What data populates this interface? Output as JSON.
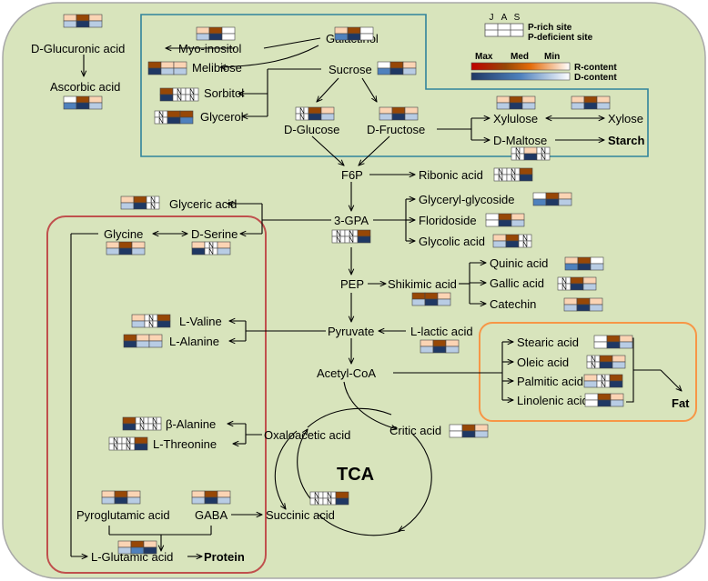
{
  "colors": {
    "background": "#d8e4bc",
    "frame": "#a8a8a8",
    "sugar_box": "#31849b",
    "protein_box": "#c0504d",
    "fat_box": "#f79646",
    "r_max": "#974706",
    "r_med": "#d4733a",
    "r_min": "#fbd4b4",
    "d_max": "#1f3864",
    "d_med": "#4f81bd",
    "d_min": "#b8cce4",
    "white": "#ffffff",
    "arrow": "#000000"
  },
  "legend": {
    "months": [
      "J",
      "A",
      "S"
    ],
    "p_rich_label": "P-rich site",
    "p_deficient_label": "P-deficient site",
    "scale_labels": [
      "Max",
      "Med",
      "Min"
    ],
    "r_content_label": "R-content",
    "d_content_label": "D-content"
  },
  "labels": {
    "d_glucuronic_acid": "D-Glucuronic acid",
    "ascorbic_acid": "Ascorbic acid",
    "myo_inositol": "Myo-inositol",
    "galactinol": "Galactinol",
    "melibiose": "Melibiose",
    "sucrose": "Sucrose",
    "sorbitol": "Sorbitol",
    "glycerol": "Glycerol",
    "d_glucose": "D-Glucose",
    "d_fructose": "D-Fructose",
    "xylulose": "Xylulose",
    "xylose": "Xylose",
    "d_maltose": "D-Maltose",
    "starch": "Starch",
    "f6p": "F6P",
    "ribonic_acid": "Ribonic acid",
    "glyceric_acid": "Glyceric acid",
    "glyceryl_glycoside": "Glyceryl-glycoside",
    "three_gpa": "3-GPA",
    "floridoside": "Floridoside",
    "glycolic_acid": "Glycolic acid",
    "glycine": "Glycine",
    "d_serine": "D-Serine",
    "quinic_acid": "Quinic acid",
    "pep": "PEP",
    "shikimic_acid": "Shikimic acid",
    "gallic_acid": "Gallic acid",
    "catechin": "Catechin",
    "l_valine": "L-Valine",
    "l_alanine": "L-Alanine",
    "pyruvate": "Pyruvate",
    "l_lactic_acid": "L-lactic acid",
    "stearic_acid": "Stearic  acid",
    "oleic_acid": "Oleic  acid",
    "palmitic_acid": "Palmitic  acid",
    "linolenic_acid": "Linolenic  acid",
    "fat": "Fat",
    "acetyl_coa": "Acetyl-CoA",
    "beta_alanine": "β-Alanine",
    "l_threonine": "L-Threonine",
    "oxaloacetic_acid": "Oxaloacetic acid",
    "critic_acid": "Critic acid",
    "tca": "TCA",
    "pyroglutamic_acid": "Pyroglutamic acid",
    "gaba": "GABA",
    "succinic_acid": "Succinic acid",
    "l_glutamic_acid": "L-Glutamic acid",
    "protein": "Protein"
  },
  "heatmap_note": "N",
  "heatmaps": [
    {
      "id": "d_glucuronic_acid",
      "top": [
        "r_min",
        "r_max",
        "r_min"
      ],
      "bottom": [
        "d_min",
        "d_max",
        "d_min"
      ]
    },
    {
      "id": "ascorbic_acid",
      "top": [
        "white",
        "r_max",
        "r_min"
      ],
      "bottom": [
        "d_med",
        "d_max",
        "d_min"
      ]
    },
    {
      "id": "myo_inositol",
      "top": [
        "r_min",
        "r_max",
        "white"
      ],
      "bottom": [
        "d_min",
        "d_max",
        "white"
      ]
    },
    {
      "id": "galactinol",
      "top": [
        "r_min",
        "r_max",
        "white"
      ],
      "bottom": [
        "d_med",
        "d_max",
        "white"
      ]
    },
    {
      "id": "melibiose",
      "top": [
        "r_max",
        "r_min",
        "r_min"
      ],
      "bottom": [
        "d_max",
        "d_min",
        "d_min"
      ]
    },
    {
      "id": "sucrose",
      "top": [
        "white",
        "r_max",
        "r_min"
      ],
      "bottom": [
        "d_med",
        "d_max",
        "d_min"
      ]
    },
    {
      "id": "sorbitol",
      "top": [
        "r_max",
        "N",
        "N"
      ],
      "bottom": [
        "d_max",
        "N",
        "N"
      ]
    },
    {
      "id": "glycerol",
      "top": [
        "N",
        "r_max",
        "r_max"
      ],
      "bottom": [
        "N",
        "d_max",
        "d_med"
      ]
    },
    {
      "id": "d_glucose",
      "top": [
        "N",
        "r_max",
        "r_min"
      ],
      "bottom": [
        "N",
        "d_max",
        "d_min"
      ]
    },
    {
      "id": "d_fructose",
      "top": [
        "r_min",
        "r_max",
        "r_min"
      ],
      "bottom": [
        "d_min",
        "d_max",
        "d_min"
      ]
    },
    {
      "id": "xylulose",
      "top": [
        "r_min",
        "r_max",
        "r_min"
      ],
      "bottom": [
        "d_min",
        "d_max",
        "d_min"
      ]
    },
    {
      "id": "xylose",
      "top": [
        "r_min",
        "r_max",
        "r_min"
      ],
      "bottom": [
        "d_min",
        "d_max",
        "d_min"
      ]
    },
    {
      "id": "d_maltose",
      "top": [
        "N",
        "r_min",
        "N"
      ],
      "bottom": [
        "N",
        "d_max",
        "N"
      ]
    },
    {
      "id": "ribonic_acid",
      "top": [
        "N",
        "N",
        "r_max"
      ],
      "bottom": [
        "N",
        "N",
        "d_max"
      ]
    },
    {
      "id": "glyceric_acid",
      "top": [
        "r_min",
        "r_max",
        "N"
      ],
      "bottom": [
        "d_min",
        "d_max",
        "N"
      ]
    },
    {
      "id": "glyceryl_glycoside",
      "top": [
        "white",
        "r_max",
        "r_min"
      ],
      "bottom": [
        "d_med",
        "d_max",
        "d_min"
      ]
    },
    {
      "id": "three_gpa",
      "top": [
        "N",
        "N",
        "r_max"
      ],
      "bottom": [
        "N",
        "N",
        "d_max"
      ]
    },
    {
      "id": "floridoside",
      "top": [
        "white",
        "r_max",
        "r_min"
      ],
      "bottom": [
        "white",
        "d_max",
        "d_min"
      ]
    },
    {
      "id": "glycolic_acid",
      "top": [
        "r_min",
        "r_max",
        "N"
      ],
      "bottom": [
        "d_min",
        "d_max",
        "N"
      ]
    },
    {
      "id": "glycine",
      "top": [
        "r_min",
        "r_max",
        "r_min"
      ],
      "bottom": [
        "d_min",
        "d_max",
        "d_min"
      ]
    },
    {
      "id": "d_serine",
      "top": [
        "r_min",
        "N",
        "r_min"
      ],
      "bottom": [
        "d_max",
        "N",
        "d_min"
      ]
    },
    {
      "id": "quinic_acid",
      "top": [
        "r_min",
        "r_max",
        "white"
      ],
      "bottom": [
        "d_med",
        "d_max",
        "d_min"
      ]
    },
    {
      "id": "shikimic_acid",
      "top": [
        "r_max",
        "r_max",
        "r_min"
      ],
      "bottom": [
        "d_min",
        "d_max",
        "d_min"
      ]
    },
    {
      "id": "gallic_acid",
      "top": [
        "N",
        "r_max",
        "r_min"
      ],
      "bottom": [
        "N",
        "d_max",
        "d_min"
      ]
    },
    {
      "id": "catechin",
      "top": [
        "r_min",
        "r_max",
        "r_min"
      ],
      "bottom": [
        "d_min",
        "d_max",
        "d_min"
      ]
    },
    {
      "id": "l_valine",
      "top": [
        "r_min",
        "N",
        "r_max"
      ],
      "bottom": [
        "d_min",
        "N",
        "d_max"
      ]
    },
    {
      "id": "l_alanine",
      "top": [
        "r_max",
        "r_min",
        "r_min"
      ],
      "bottom": [
        "d_max",
        "d_min",
        "d_min"
      ]
    },
    {
      "id": "l_lactic_acid",
      "top": [
        "r_min",
        "r_max",
        "r_min"
      ],
      "bottom": [
        "d_min",
        "d_max",
        "d_min"
      ]
    },
    {
      "id": "stearic_acid",
      "top": [
        "white",
        "r_max",
        "r_min"
      ],
      "bottom": [
        "white",
        "d_max",
        "d_min"
      ]
    },
    {
      "id": "oleic_acid",
      "top": [
        "N",
        "r_max",
        "r_min"
      ],
      "bottom": [
        "N",
        "d_max",
        "d_min"
      ]
    },
    {
      "id": "palmitic_acid",
      "top": [
        "r_min",
        "N",
        "r_max"
      ],
      "bottom": [
        "d_min",
        "N",
        "d_max"
      ]
    },
    {
      "id": "linolenic_acid",
      "top": [
        "white",
        "r_max",
        "r_min"
      ],
      "bottom": [
        "white",
        "d_max",
        "d_min"
      ]
    },
    {
      "id": "beta_alanine",
      "top": [
        "r_max",
        "N",
        "N"
      ],
      "bottom": [
        "d_max",
        "N",
        "N"
      ]
    },
    {
      "id": "l_threonine",
      "top": [
        "N",
        "N",
        "r_max"
      ],
      "bottom": [
        "N",
        "N",
        "d_max"
      ]
    },
    {
      "id": "critic_acid",
      "top": [
        "white",
        "r_max",
        "r_min"
      ],
      "bottom": [
        "white",
        "d_max",
        "d_min"
      ]
    },
    {
      "id": "tca_succ",
      "top": [
        "N",
        "N",
        "r_max"
      ],
      "bottom": [
        "N",
        "N",
        "d_max"
      ]
    },
    {
      "id": "pyroglutamic_acid",
      "top": [
        "r_min",
        "r_max",
        "r_min"
      ],
      "bottom": [
        "d_min",
        "d_max",
        "d_min"
      ]
    },
    {
      "id": "gaba",
      "top": [
        "r_min",
        "r_max",
        "r_min"
      ],
      "bottom": [
        "d_min",
        "d_max",
        "d_min"
      ]
    },
    {
      "id": "l_glutamic_acid",
      "top": [
        "r_min",
        "r_max",
        "r_min"
      ],
      "bottom": [
        "d_min",
        "d_med",
        "d_max"
      ]
    }
  ]
}
